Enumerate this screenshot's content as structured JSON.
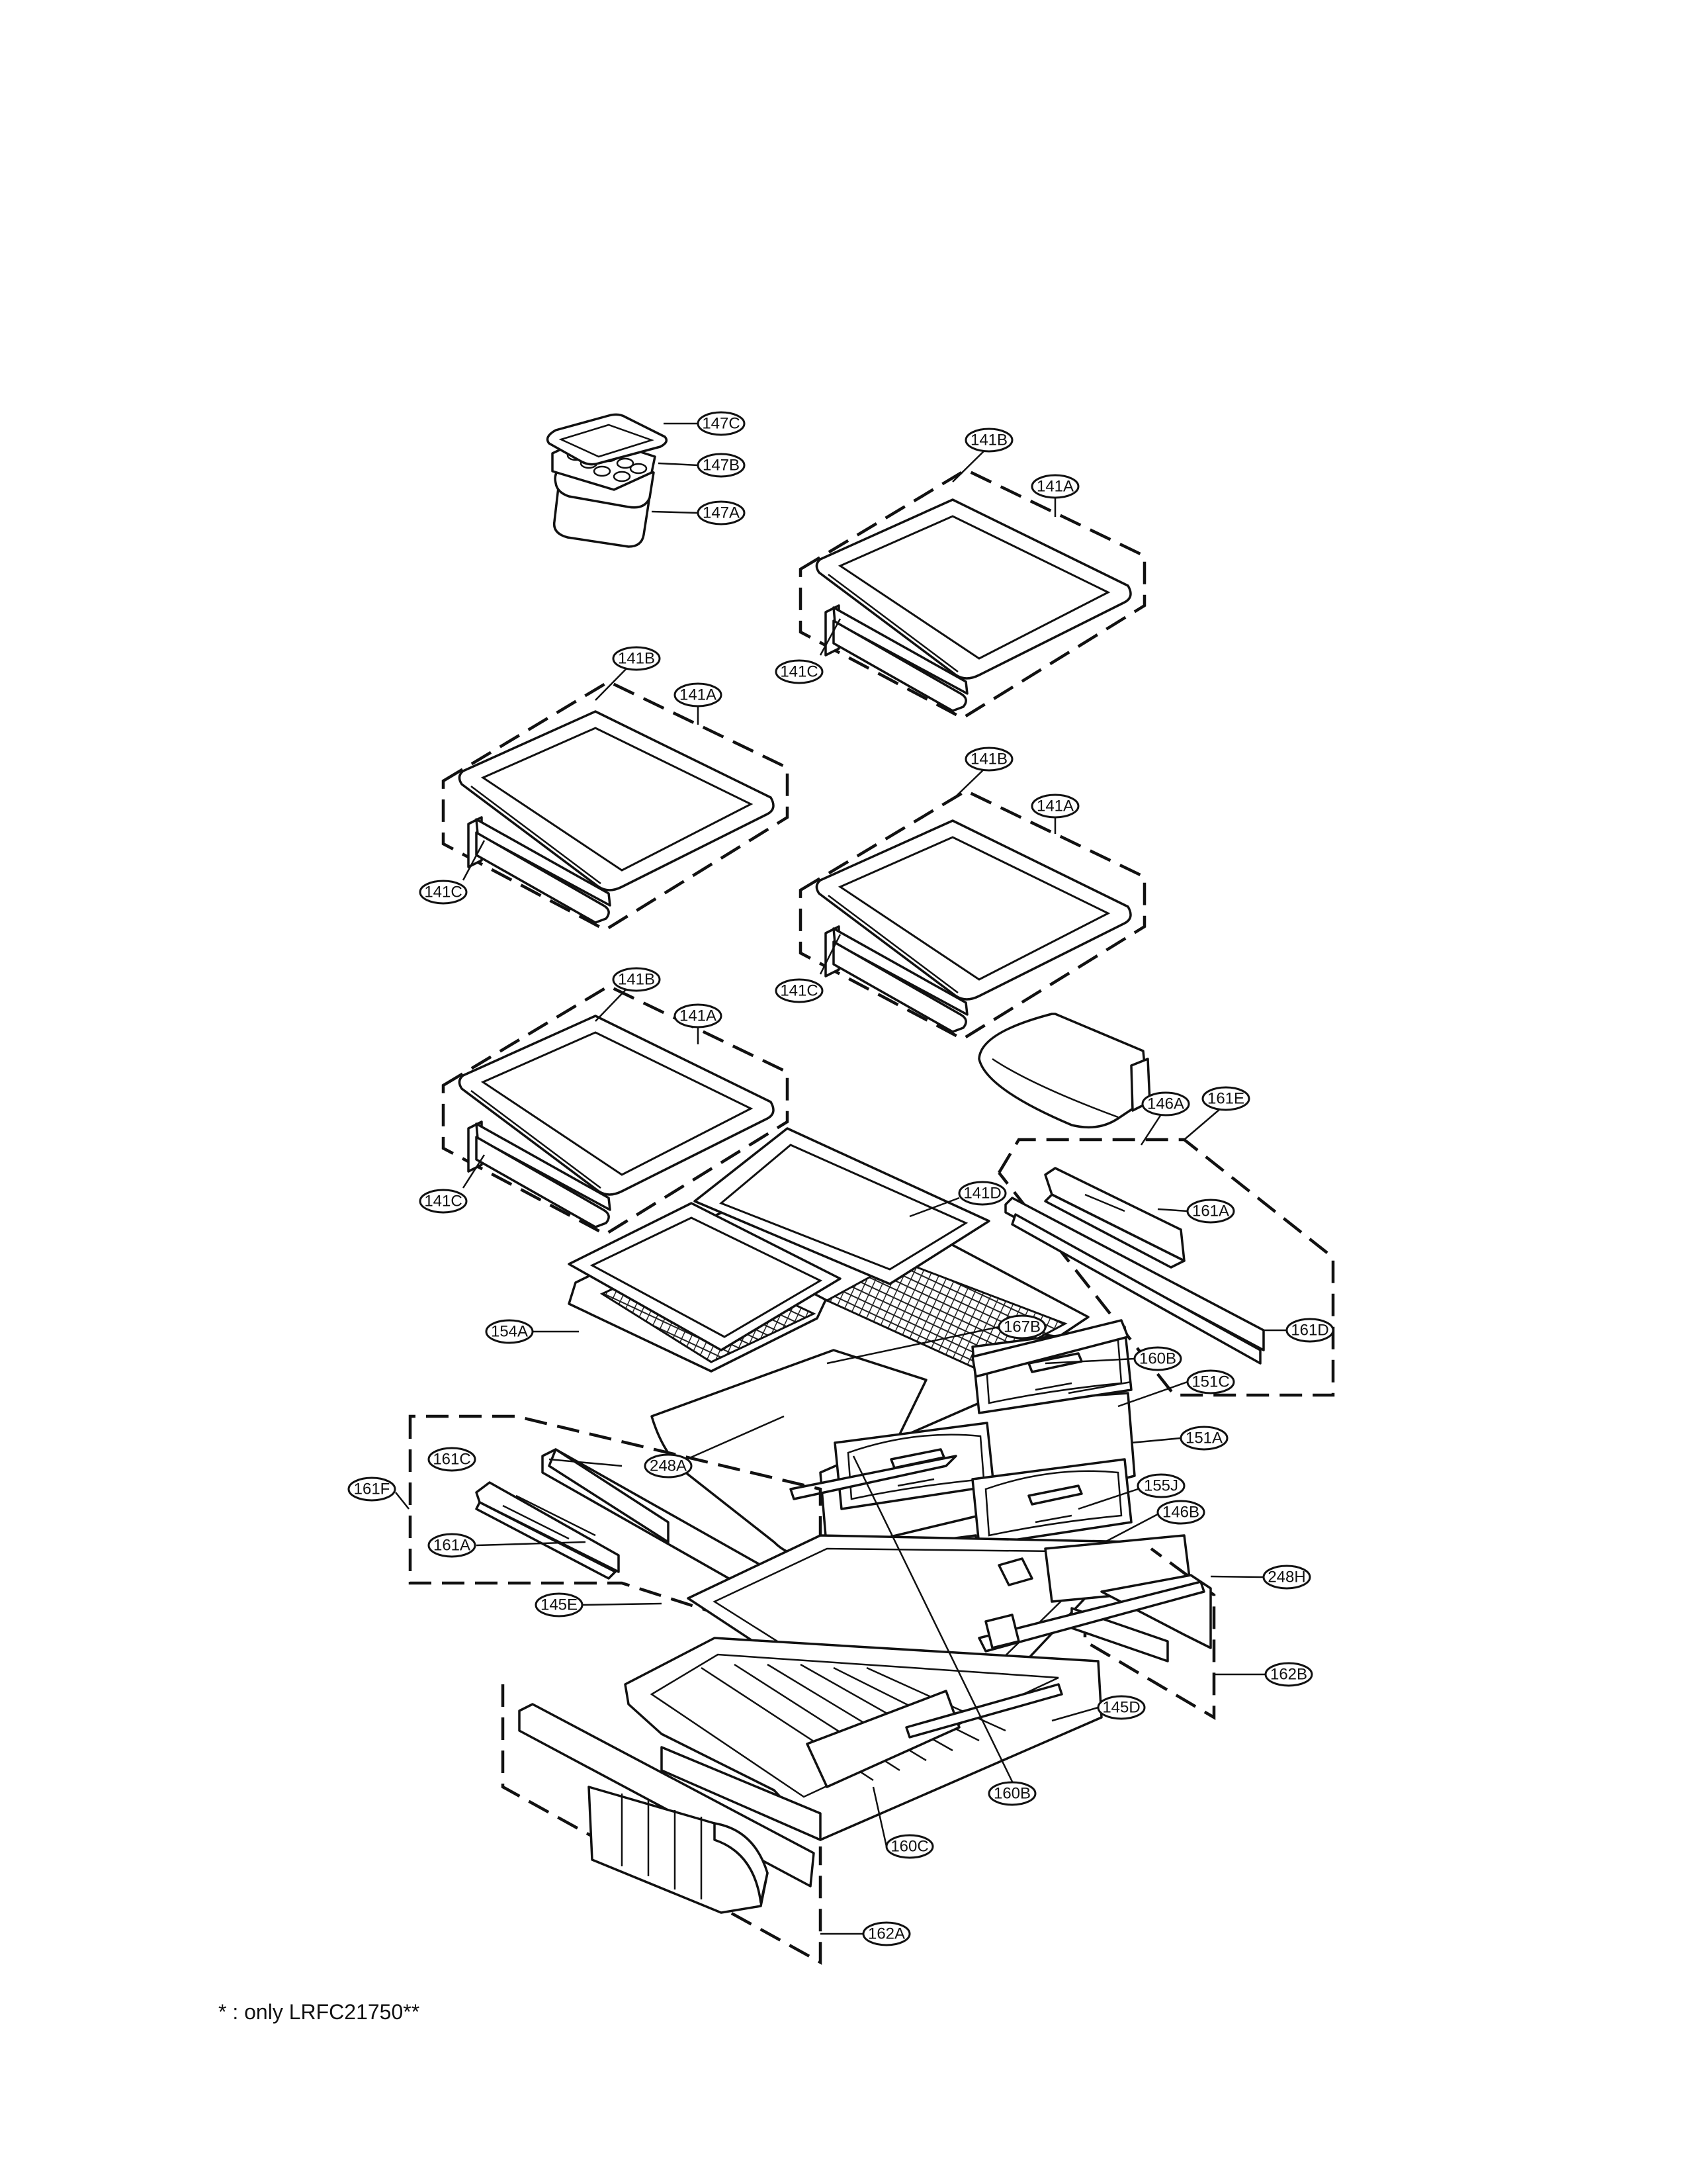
{
  "callouts": {
    "c147C": "147C",
    "c147B": "147B",
    "c147A": "147A",
    "s1_141B": "141B",
    "s1_141A": "141A",
    "s1_141C": "141C",
    "s2_141B": "141B",
    "s2_141A": "141A",
    "s2_141C": "141C",
    "s3_141B": "141B",
    "s3_141A": "141A",
    "s3_141C": "141C",
    "s4_141B": "141B",
    "s4_141A": "141A",
    "s4_141C": "141C",
    "c146A": "146A",
    "c161E": "161E",
    "c161A_r": "161A",
    "c161D": "161D",
    "c141D": "141D",
    "c154A": "154A",
    "c167B": "167B",
    "c160B_top": "160B",
    "c151C": "151C",
    "c151A": "151A",
    "c248A": "248A",
    "c161C": "161C",
    "c161F": "161F",
    "c161A_l": "161A",
    "c155J": "155J",
    "c146B": "146B",
    "c248H": "248H",
    "c145E": "145E",
    "c162B": "162B",
    "c145D": "145D",
    "c160B_bot": "160B",
    "c160C": "160C",
    "c162A": "162A"
  },
  "footnote": "* : only LRFC21750**"
}
